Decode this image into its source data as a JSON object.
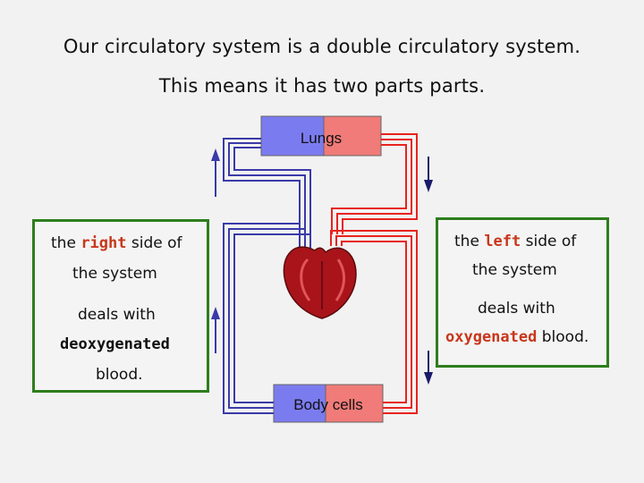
{
  "title": {
    "line1": "Our circulatory system is a double circulatory system.",
    "line2": "This means it has two parts parts."
  },
  "labels": {
    "lungs": "Lungs",
    "body_cells": "Body cells"
  },
  "right_box": {
    "line1_pre": "the ",
    "line1_hl": "right",
    "line1_post": " side of",
    "line2": "the system",
    "line3": "deals with",
    "line4_hl": "deoxygenated",
    "line5": "blood."
  },
  "left_box": {
    "line1_pre": "the ",
    "line1_hl": "left",
    "line1_post": " side of",
    "line2": "the system",
    "line3": "deals with",
    "line4_hl": "oxygenated",
    "line4_post": " blood."
  },
  "colors": {
    "deoxygenated": "#3a3aa8",
    "oxygenated": "#e8231e",
    "box_border": "#2e7d1e",
    "highlight": "#c8371b",
    "lungs_left": "#7b7bf0",
    "lungs_right": "#f07b78"
  }
}
